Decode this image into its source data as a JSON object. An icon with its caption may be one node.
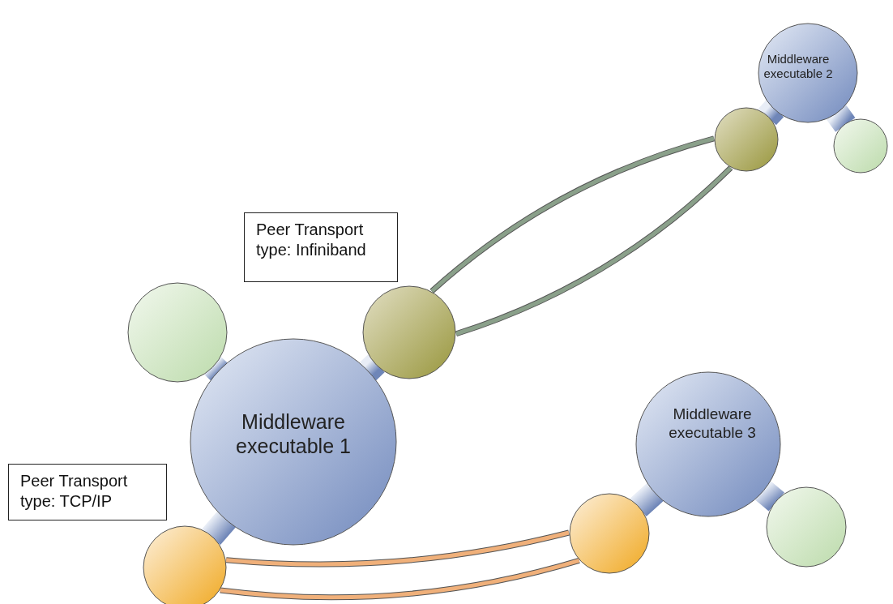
{
  "diagram": {
    "nodes": [
      {
        "text": [
          "Middleware executable 2"
        ]
      },
      {
        "text": [],
        "shape": "circle"
      },
      {
        "text": [],
        "shape": "circle"
      },
      {
        "text": [
          "Peer Transport type: Infiniband"
        ]
      },
      {
        "text": [],
        "shape": "circle"
      },
      {
        "text": [],
        "shape": "circle"
      },
      {
        "text": [
          "Middleware executable 1"
        ]
      },
      {
        "text": [
          "Middleware executable 3"
        ]
      },
      {
        "text": [
          "Peer Transport type: TCP/IP"
        ]
      },
      {
        "text": [],
        "shape": "circle"
      },
      {
        "text": [],
        "shape": "circle"
      },
      {
        "text": [],
        "shape": "circle"
      }
    ],
    "edges": [
      {
        "from": 0,
        "to": 1,
        "arrow": "none",
        "style": "thick"
      },
      {
        "from": 0,
        "to": 2,
        "arrow": "none",
        "style": "thick"
      },
      {
        "from": 6,
        "to": 4,
        "arrow": "none",
        "style": "thick"
      },
      {
        "from": 6,
        "to": 5,
        "arrow": "none",
        "style": "thick"
      },
      {
        "from": 6,
        "to": 11,
        "arrow": "none",
        "style": "thick"
      },
      {
        "from": 7,
        "to": 9,
        "arrow": "none",
        "style": "thick"
      },
      {
        "from": 7,
        "to": 10,
        "arrow": "none",
        "style": "thick"
      },
      {
        "from": 4,
        "to": 1,
        "arrow": "none",
        "color": "#8aa08a"
      },
      {
        "from": 4,
        "to": 1,
        "arrow": "none",
        "color": "#8aa08a"
      },
      {
        "from": 11,
        "to": 9,
        "arrow": "none",
        "color": "#f0b07a"
      },
      {
        "from": 11,
        "to": 9,
        "arrow": "none",
        "color": "#f0b07a"
      }
    ]
  }
}
